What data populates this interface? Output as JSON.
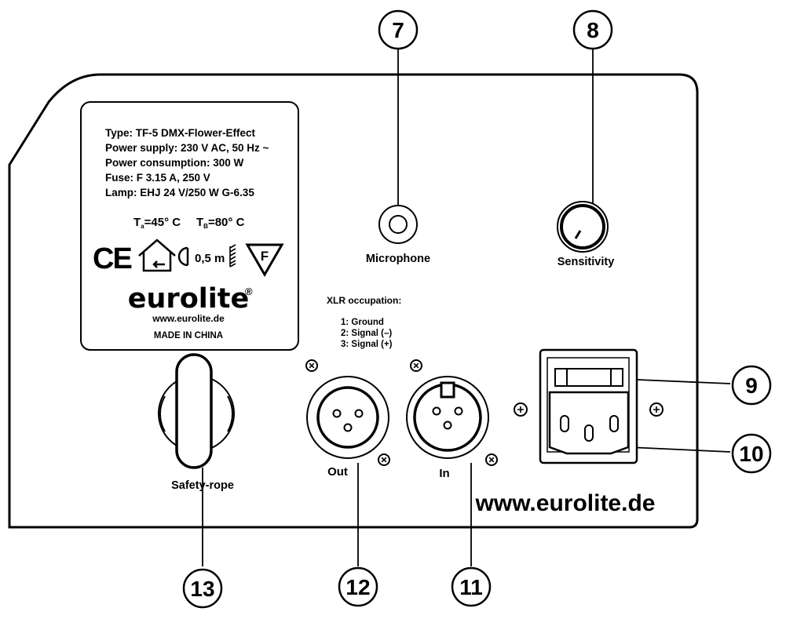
{
  "label_plate": {
    "lines": [
      "Type: TF-5 DMX-Flower-Effect",
      "Power supply: 230 V AC, 50 Hz ~",
      "Power consumption: 300 W",
      "Fuse: F 3.15 A, 250 V",
      "Lamp: EHJ 24 V/250 W G-6.35"
    ],
    "temp_a_prefix": "T",
    "temp_a_sub": "a",
    "temp_a_value": "=45° C",
    "temp_b_prefix": "T",
    "temp_b_sub": "B",
    "temp_b_value": "=80° C",
    "ce_mark": "CE",
    "distance": "0,5 m",
    "f_mark": "F",
    "brand": "eurolite",
    "registered": "®",
    "website": "www.eurolite.de",
    "origin": "MADE IN CHINA"
  },
  "labels": {
    "microphone": "Microphone",
    "sensitivity": "Sensitivity",
    "xlr_title": "XLR occupation:",
    "xlr_pins": [
      "1: Ground",
      "2: Signal (–)",
      "3: Signal (+)"
    ],
    "out": "Out",
    "in": "In",
    "safety_rope": "Safety-rope",
    "panel_website": "www.eurolite.de"
  },
  "callouts": {
    "c7": "7",
    "c8": "8",
    "c9": "9",
    "c10": "10",
    "c11": "11",
    "c12": "12",
    "c13": "13"
  }
}
